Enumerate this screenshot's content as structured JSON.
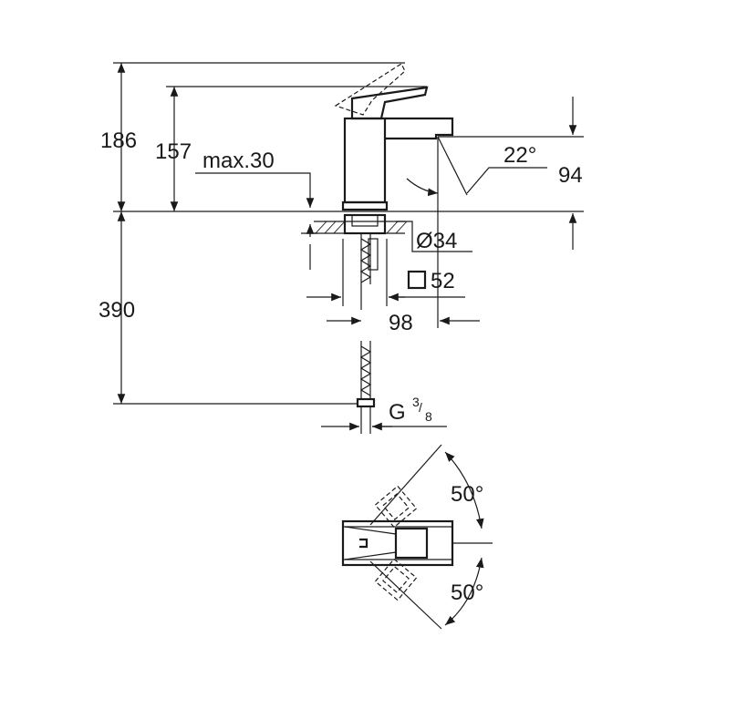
{
  "dimensions": {
    "total_height": "186",
    "lever_height": "157",
    "max_deck": "max.30",
    "spout_angle": "22°",
    "spout_height": "94",
    "hole_diameter": "Ø34",
    "base_square": "52",
    "spout_reach": "98",
    "hose_length": "390",
    "thread_prefix": "G",
    "thread_num": "3",
    "thread_den": "8",
    "rotation_up": "50°",
    "rotation_down": "50°"
  },
  "icons": {
    "square_symbol": "square-outline-icon",
    "diameter_symbol": "diameter-icon"
  },
  "colors": {
    "line": "#1a1a1a",
    "background": "#ffffff"
  }
}
